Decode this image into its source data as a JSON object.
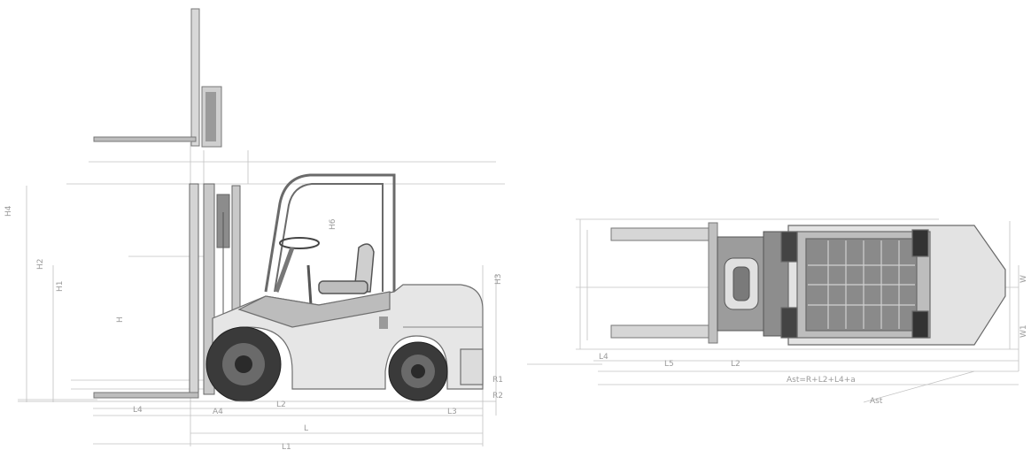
{
  "side_view": {
    "dimension_labels": [
      "L4",
      "A4",
      "L2",
      "L",
      "L1",
      "L3",
      "H4",
      "H2",
      "H6",
      "H1",
      "H",
      "H3",
      "R1",
      "R2"
    ]
  },
  "top_view": {
    "dimension_labels": [
      "L4",
      "L5",
      "L2",
      "Ast",
      "W",
      "W1"
    ],
    "formula_label": "Ast=R+L2+L4+a"
  },
  "colors": {
    "line": "#6f6f6f",
    "dim": "#b5b5b5",
    "body_fill": "#e6e6e6",
    "dark_fill": "#3a3a3a"
  }
}
